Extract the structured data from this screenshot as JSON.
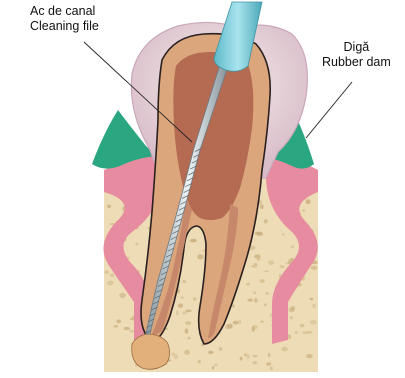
{
  "labels": {
    "file_ro": "Ac de canal",
    "file_en": "Cleaning file",
    "dam_ro": "Digă",
    "dam_en": "Rubber dam"
  },
  "colors": {
    "bone": "#eddcb6",
    "bone_dots": "#cdb283",
    "gum": "#e78ca0",
    "gum_inner": "#f3c1cd",
    "dam": "#2aa681",
    "crown": "#ecdcdc",
    "crown_rim": "#c9a7b9",
    "dentin": "#dba67c",
    "pulp_chamber": "#b56a52",
    "root_canal": "#c6876b",
    "instrument_handle": "#7fd0dc",
    "apex_lesion": "#e2b07a",
    "outline": "#2a2020"
  },
  "icons": {
    "instrument": "endodontic-file-icon"
  }
}
